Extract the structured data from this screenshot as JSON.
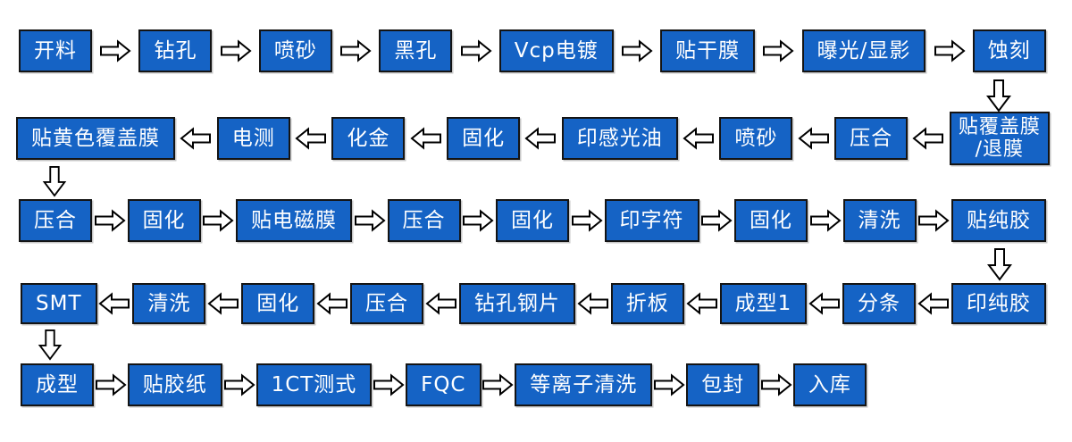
{
  "diagram_title": "",
  "colors": {
    "box_fill": "#1563C5",
    "box_border": "#141414",
    "box_text": "#ffffff",
    "arrow_fill": "#ffffff",
    "arrow_stroke": "#000000",
    "background": "#ffffff"
  },
  "rows": [
    {
      "direction": "right",
      "steps": [
        "开料",
        "钻孔",
        "喷砂",
        "黑孔",
        "Vcp电镀",
        "贴干膜",
        "曝光/显影",
        "蚀刻"
      ]
    },
    {
      "direction": "left",
      "steps": [
        "贴黄色覆盖膜",
        "电测",
        "化金",
        "固化",
        "印感光油",
        "喷砂",
        "压合",
        "贴覆盖膜\n/退膜"
      ]
    },
    {
      "direction": "right",
      "steps": [
        "压合",
        "固化",
        "贴电磁膜",
        "压合",
        "固化",
        "印字符",
        "固化",
        "清洗",
        "贴纯胶"
      ]
    },
    {
      "direction": "left",
      "steps": [
        "SMT",
        "清洗",
        "固化",
        "压合",
        "钻孔钢片",
        "折板",
        "成型1",
        "分条",
        "印纯胶"
      ]
    },
    {
      "direction": "right",
      "steps": [
        "成型",
        "贴胶纸",
        "1CT测式",
        "FQC",
        "等离子清洗",
        "包封",
        "入库"
      ]
    }
  ],
  "connectors": [
    {
      "from": "蚀刻",
      "to": "贴覆盖膜/退膜",
      "direction": "down"
    },
    {
      "from": "贴黄色覆盖膜",
      "to": "压合",
      "direction": "down"
    },
    {
      "from": "贴纯胶",
      "to": "印纯胶",
      "direction": "down"
    },
    {
      "from": "SMT",
      "to": "成型",
      "direction": "down"
    }
  ]
}
